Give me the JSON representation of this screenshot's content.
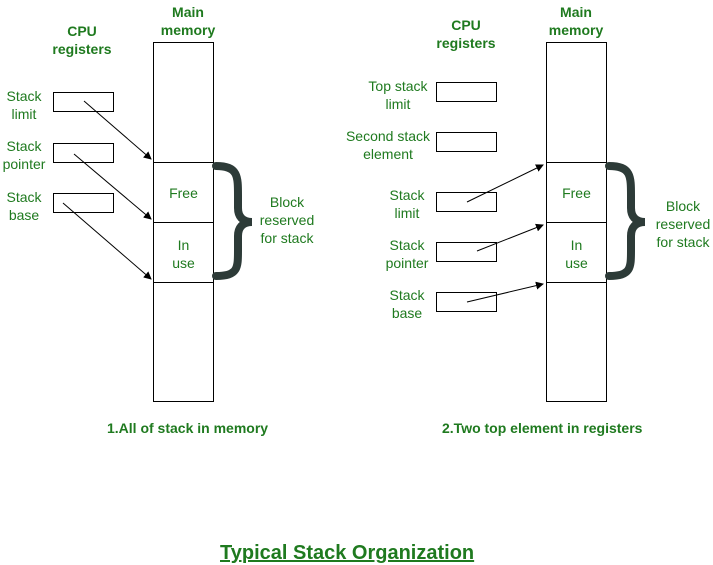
{
  "diagram1": {
    "cpu_header": "CPU\nregisters",
    "mem_header": "Main\nmemory",
    "registers": [
      {
        "label": "Stack\nlimit"
      },
      {
        "label": "Stack\npointer"
      },
      {
        "label": "Stack\nbase"
      }
    ],
    "free_label": "Free",
    "inuse_label": "In\nuse",
    "block_label": "Block\nreserved\nfor stack",
    "caption": "1.All of stack in memory"
  },
  "diagram2": {
    "cpu_header": "CPU\nregisters",
    "mem_header": "Main\nmemory",
    "registers": [
      {
        "label": "Top stack\nlimit"
      },
      {
        "label": "Second stack\nelement"
      },
      {
        "label": "Stack\nlimit"
      },
      {
        "label": "Stack\npointer"
      },
      {
        "label": "Stack\nbase"
      }
    ],
    "free_label": "Free",
    "inuse_label": "In\nuse",
    "block_label": "Block\nreserved\nfor stack",
    "caption": "2.Two top element in registers"
  },
  "title": "Typical Stack Organization",
  "colors": {
    "text": "#1f7a1f",
    "brace": "#2d3b38",
    "line": "#000000"
  }
}
